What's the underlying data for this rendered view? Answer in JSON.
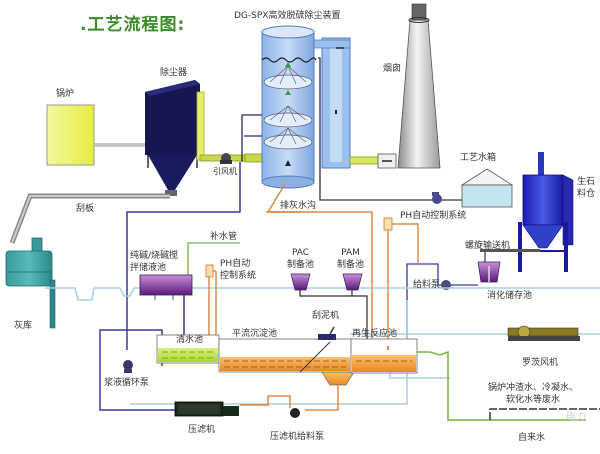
{
  "title": ".工艺流程图:",
  "colors": {
    "title": "#3a8a2a",
    "flue_gas": "#c8d84a",
    "water_blue": "#a8cde0",
    "circ_pipe": "#3a3a9a",
    "slurry_pipe": "#e08840",
    "makeup_pipe": "#7ab040",
    "dark_pipe": "#333333"
  },
  "equipment": {
    "boiler": "锅炉",
    "dust_collector": "除尘器",
    "desulfurizer": "DG-SPX高效脱硫除尘装置",
    "induced_fan": "引风机",
    "chimney": "烟囱",
    "scraper": "刮板",
    "ash_silo": "灰库",
    "process_tank": "工艺水箱",
    "lime_silo": "生石\n料仓",
    "ash_trench": "排灰水沟",
    "ph_system_1": "PH自动控制系统",
    "makeup_pipe": "补水管",
    "alkali_tank": "纯碱/烧碱搅\n拌储液池",
    "ph_system_2": "PH自动\n控制系统",
    "pac_tank": "PAC\n制备池",
    "pam_tank": "PAM\n制备池",
    "screw_conveyor": "螺旋输送机",
    "feed_pump": "给料泵",
    "digestion_tank": "消化储存池",
    "clear_pool": "清水池",
    "sedimentation": "平流沉淀池",
    "scraper_machine": "刮泥机",
    "regen_pool": "再生反应池",
    "circ_pump": "浆液循环泵",
    "roots_blower": "罗茨风机",
    "wastewater": "锅炉冲渣水、冷凝水、\n软化水等废水",
    "filter_press": "压滤机",
    "filter_feed_pump": "压滤机给料泵",
    "tap_water": "自来水",
    "watermark": "电力"
  }
}
